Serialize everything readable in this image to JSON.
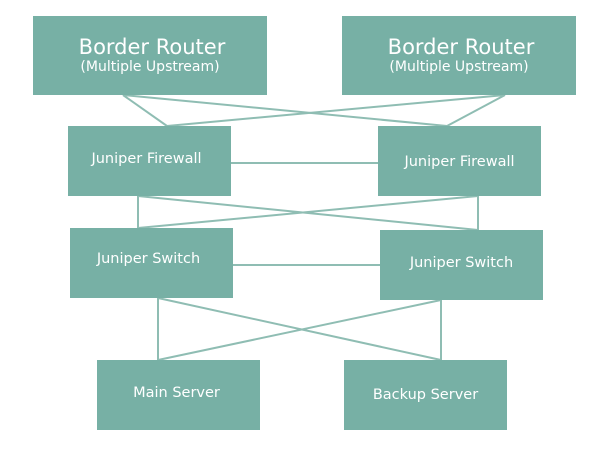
{
  "diagram": {
    "colors": {
      "node_fill": "#77b0a5",
      "node_text": "#ffffff",
      "link": "#8fbdb3",
      "background": "#ffffff"
    },
    "nodes": {
      "border_router_left": {
        "title": "Border Router",
        "subtitle": "(Multiple Upstream)"
      },
      "border_router_right": {
        "title": "Border Router",
        "subtitle": "(Multiple Upstream)"
      },
      "firewall_left": {
        "title": "Juniper Firewall"
      },
      "firewall_right": {
        "title": "Juniper Firewall"
      },
      "switch_left": {
        "title": "Juniper Switch"
      },
      "switch_right": {
        "title": "Juniper Switch"
      },
      "main_server": {
        "title": "Main Server"
      },
      "backup_server": {
        "title": "Backup Server"
      }
    },
    "links": [
      {
        "from": "border_router_left",
        "to": "firewall_left"
      },
      {
        "from": "border_router_left",
        "to": "firewall_right"
      },
      {
        "from": "border_router_right",
        "to": "firewall_left"
      },
      {
        "from": "border_router_right",
        "to": "firewall_right"
      },
      {
        "from": "firewall_left",
        "to": "firewall_right"
      },
      {
        "from": "firewall_left",
        "to": "switch_left"
      },
      {
        "from": "firewall_left",
        "to": "switch_right"
      },
      {
        "from": "firewall_right",
        "to": "switch_left"
      },
      {
        "from": "firewall_right",
        "to": "switch_right"
      },
      {
        "from": "switch_left",
        "to": "switch_right"
      },
      {
        "from": "switch_left",
        "to": "main_server"
      },
      {
        "from": "switch_left",
        "to": "backup_server"
      },
      {
        "from": "switch_right",
        "to": "main_server"
      },
      {
        "from": "switch_right",
        "to": "backup_server"
      }
    ]
  }
}
